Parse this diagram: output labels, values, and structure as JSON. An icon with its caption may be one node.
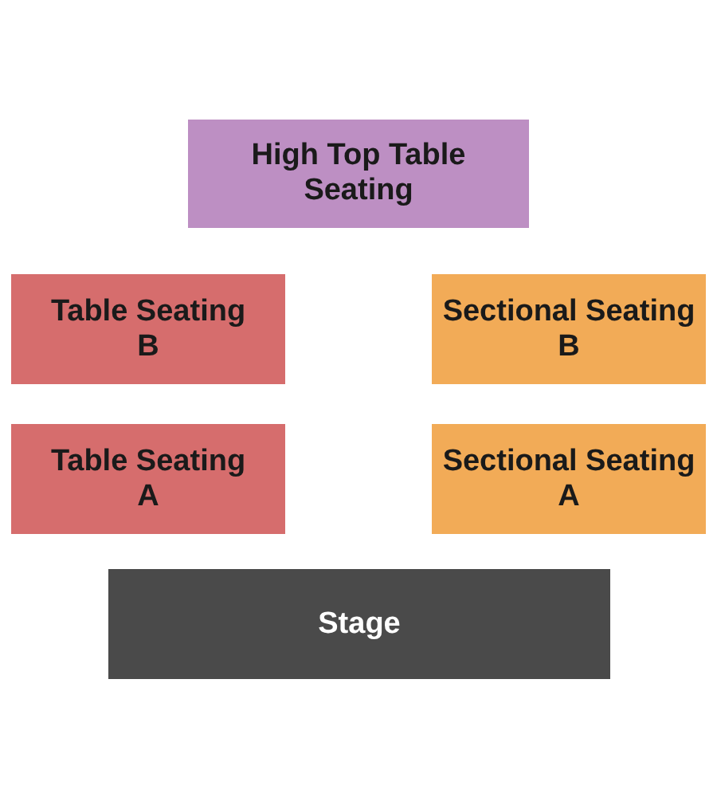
{
  "diagram": {
    "nodes": [
      {
        "text": [
          "High Top Table Seating"
        ]
      },
      {
        "text": [
          "Table Seating B"
        ]
      },
      {
        "text": [
          "Sectional Seating B"
        ]
      },
      {
        "text": [
          "Table Seating A"
        ]
      },
      {
        "text": [
          "Sectional Seating A"
        ]
      },
      {
        "text": [
          "Stage"
        ]
      }
    ],
    "edges": []
  }
}
